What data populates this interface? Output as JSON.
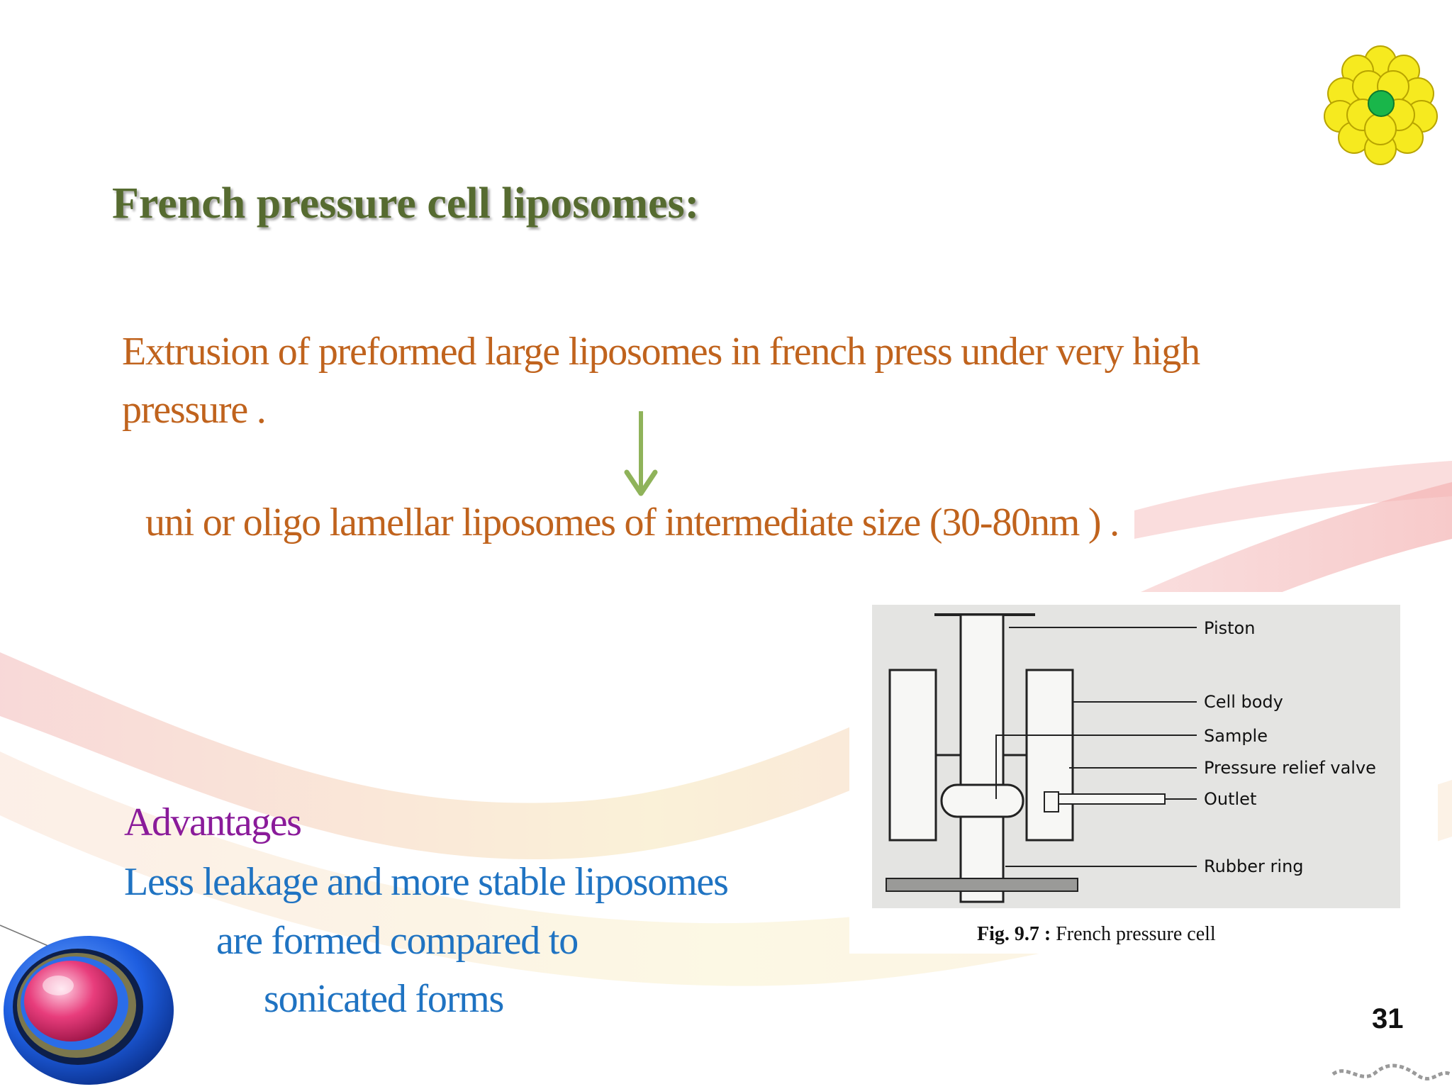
{
  "slide": {
    "title": "French pressure cell liposomes:",
    "paragraph": "Extrusion of  preformed large liposomes in french press under very high pressure .",
    "result": "uni or oligo lamellar liposomes of  intermediate size (30-80nm ) .",
    "advantages_heading": "Advantages",
    "advantages_lines": [
      "Less leakage   and more stable liposomes",
      "are formed compared to",
      "sonicated forms"
    ],
    "page_number": "31",
    "colors": {
      "title": "#566b30",
      "body": "#c0631d",
      "advantages_heading": "#8a1b9a",
      "advantages": "#1f73c2",
      "arrow": "#8fb35a"
    },
    "icons": [
      "down-arrow-icon",
      "cluster-logo-icon",
      "liposome-illustration-icon"
    ]
  },
  "figure": {
    "labels": {
      "piston": "Piston",
      "cell_body": "Cell body",
      "sample": "Sample",
      "valve": "Pressure relief valve",
      "outlet": "Outlet",
      "rubber_ring": "Rubber ring"
    },
    "caption_number": "Fig. 9.7 :",
    "caption_text": "French pressure cell"
  }
}
